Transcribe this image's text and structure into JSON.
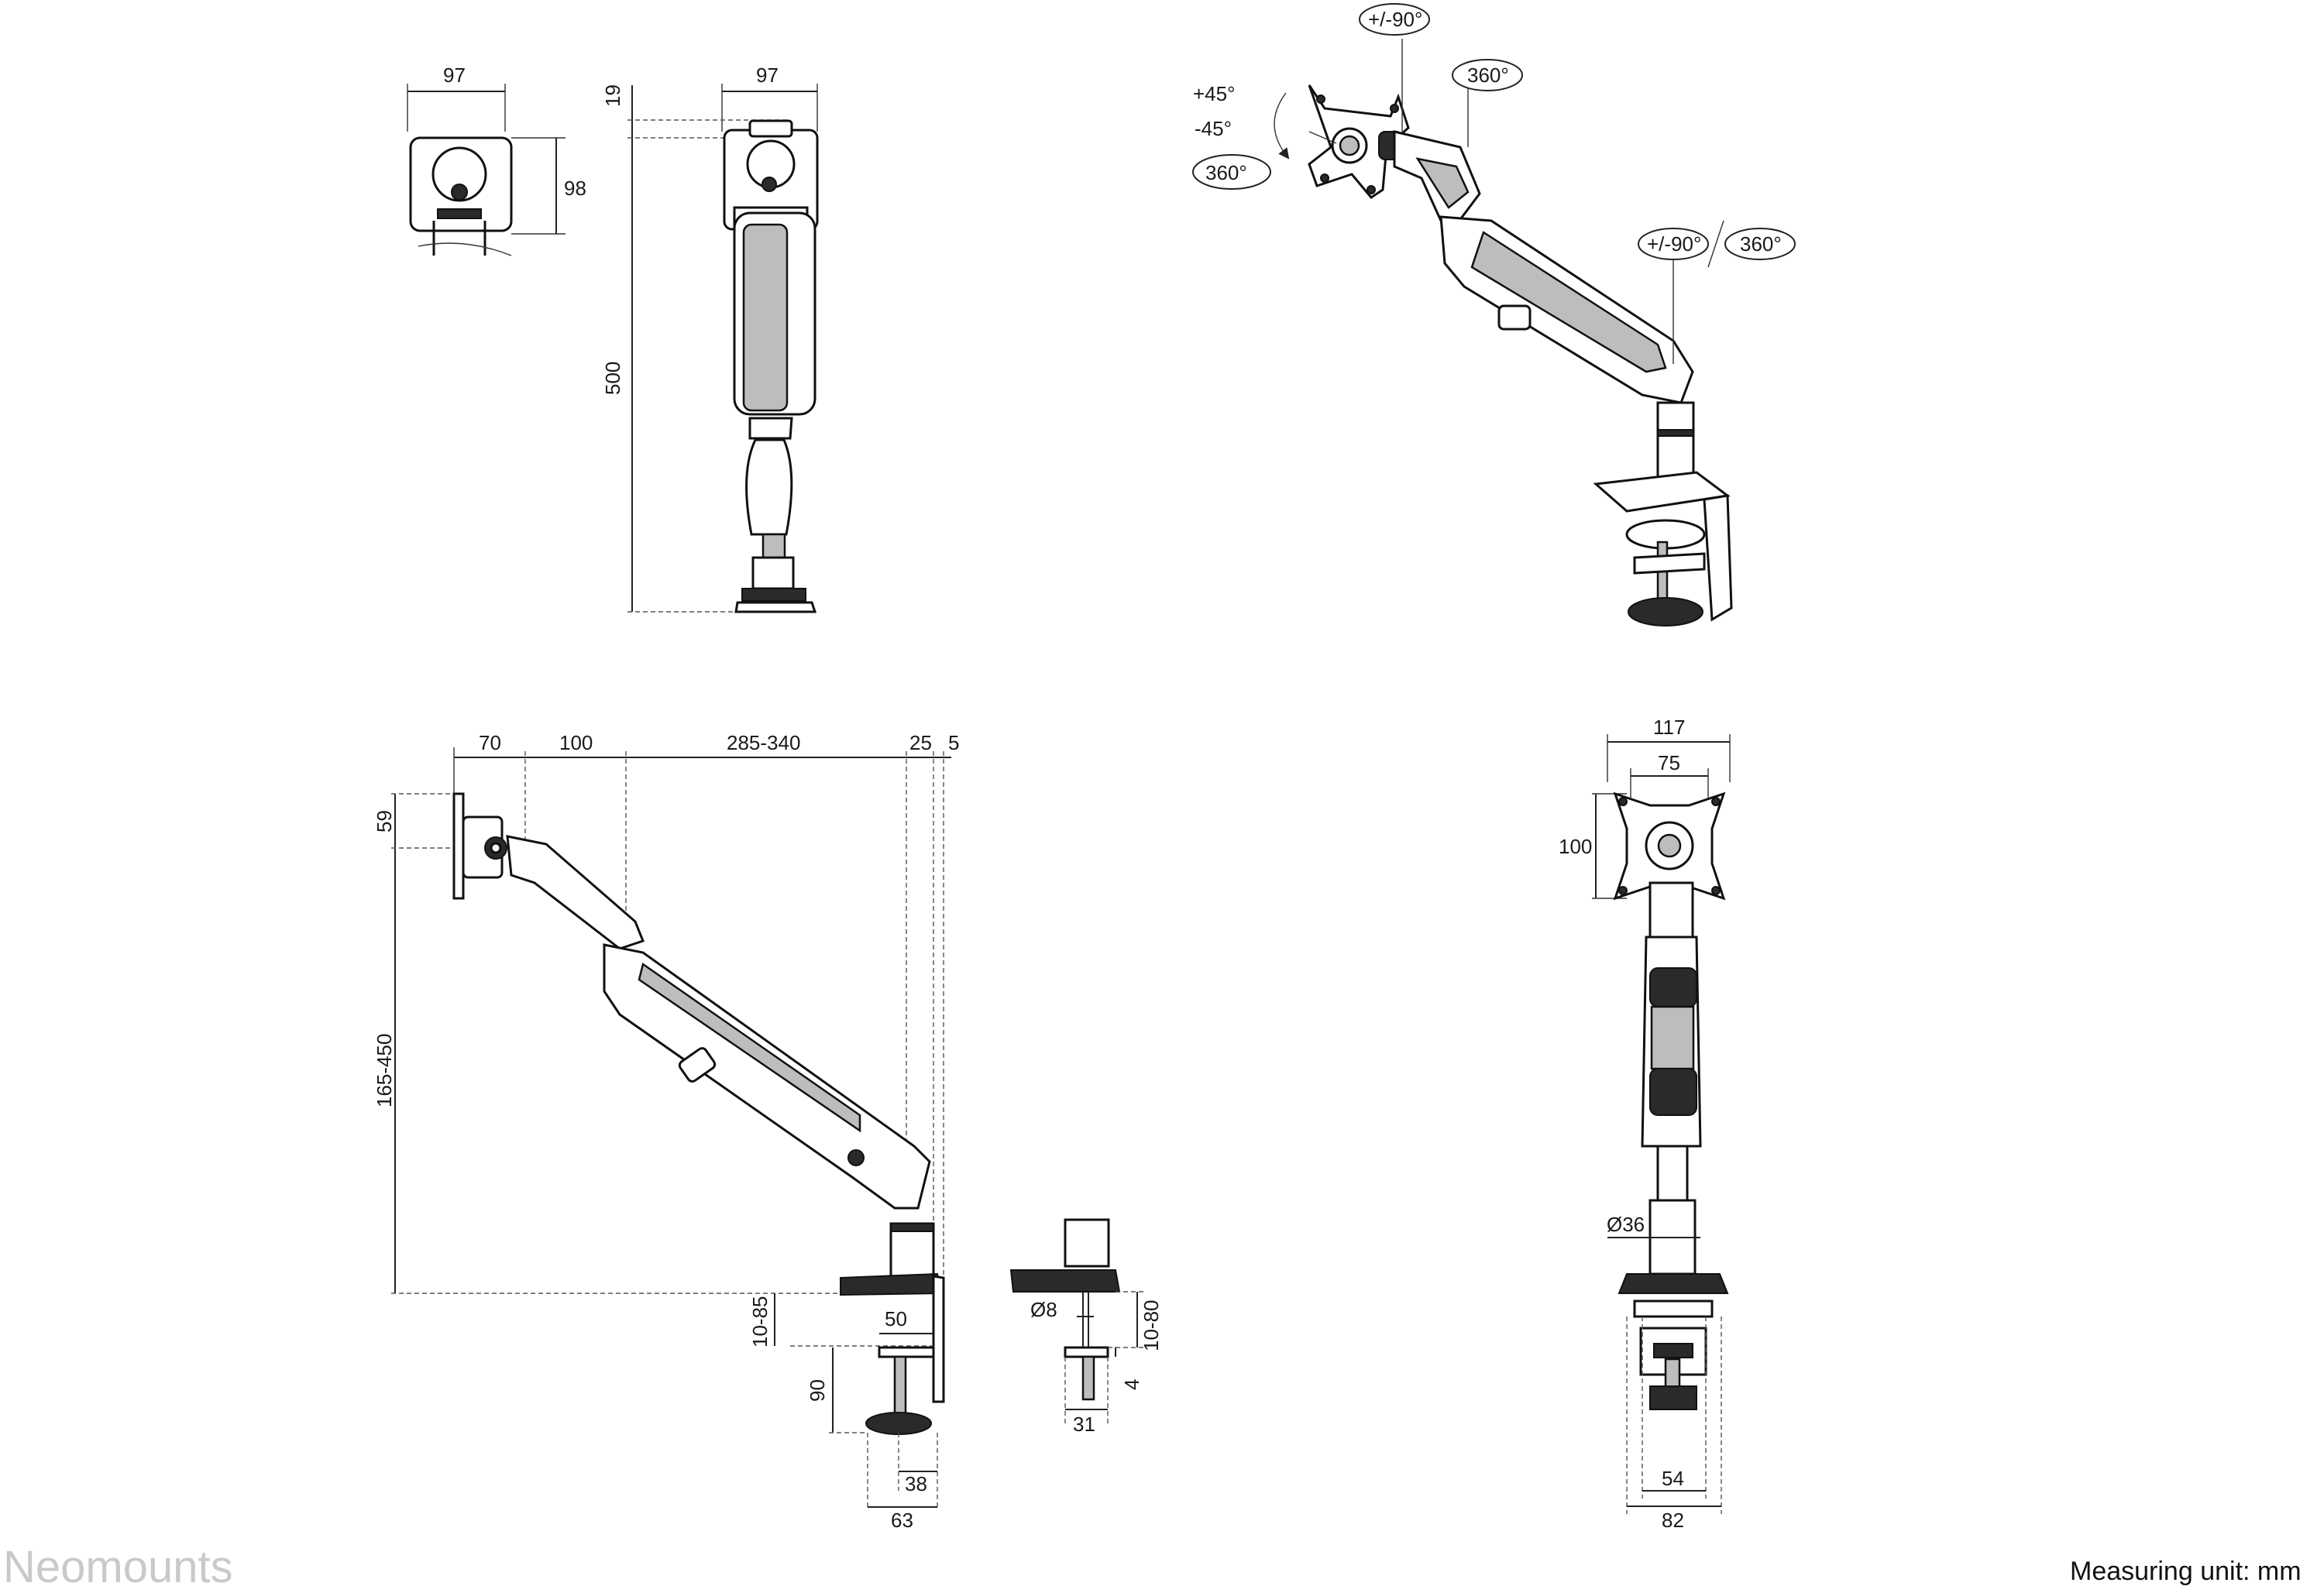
{
  "brand": "Neomounts",
  "measuring_unit": "Measuring unit: mm",
  "views": {
    "top_left": {
      "width": "97",
      "height": "98"
    },
    "front": {
      "width": "97",
      "top_offset": "19",
      "height": "500"
    },
    "iso": {
      "tilt_up": "+45°",
      "tilt_down": "-45°",
      "rotation_head": "360°",
      "head_swivel": "+/-90°",
      "joint_rotation": "360°",
      "base_swivel": "+/-90°",
      "base_rotation": "360°"
    },
    "side": {
      "seg1": "70",
      "seg2": "100",
      "seg3": "285-340",
      "seg4": "25",
      "seg5": "5",
      "vesa_offset": "59",
      "height_range": "165-450",
      "desk_thickness": "10-85",
      "clamp_depth": "50",
      "clamp_height": "90",
      "clamp_width1": "38",
      "clamp_width2": "63"
    },
    "grommet": {
      "hole": "Ø8",
      "thickness": "10-80",
      "plate": "4",
      "width": "31"
    },
    "back": {
      "width_total": "117",
      "vesa": "75",
      "height": "100",
      "pole": "Ø36",
      "clamp1": "54",
      "clamp2": "82"
    }
  }
}
